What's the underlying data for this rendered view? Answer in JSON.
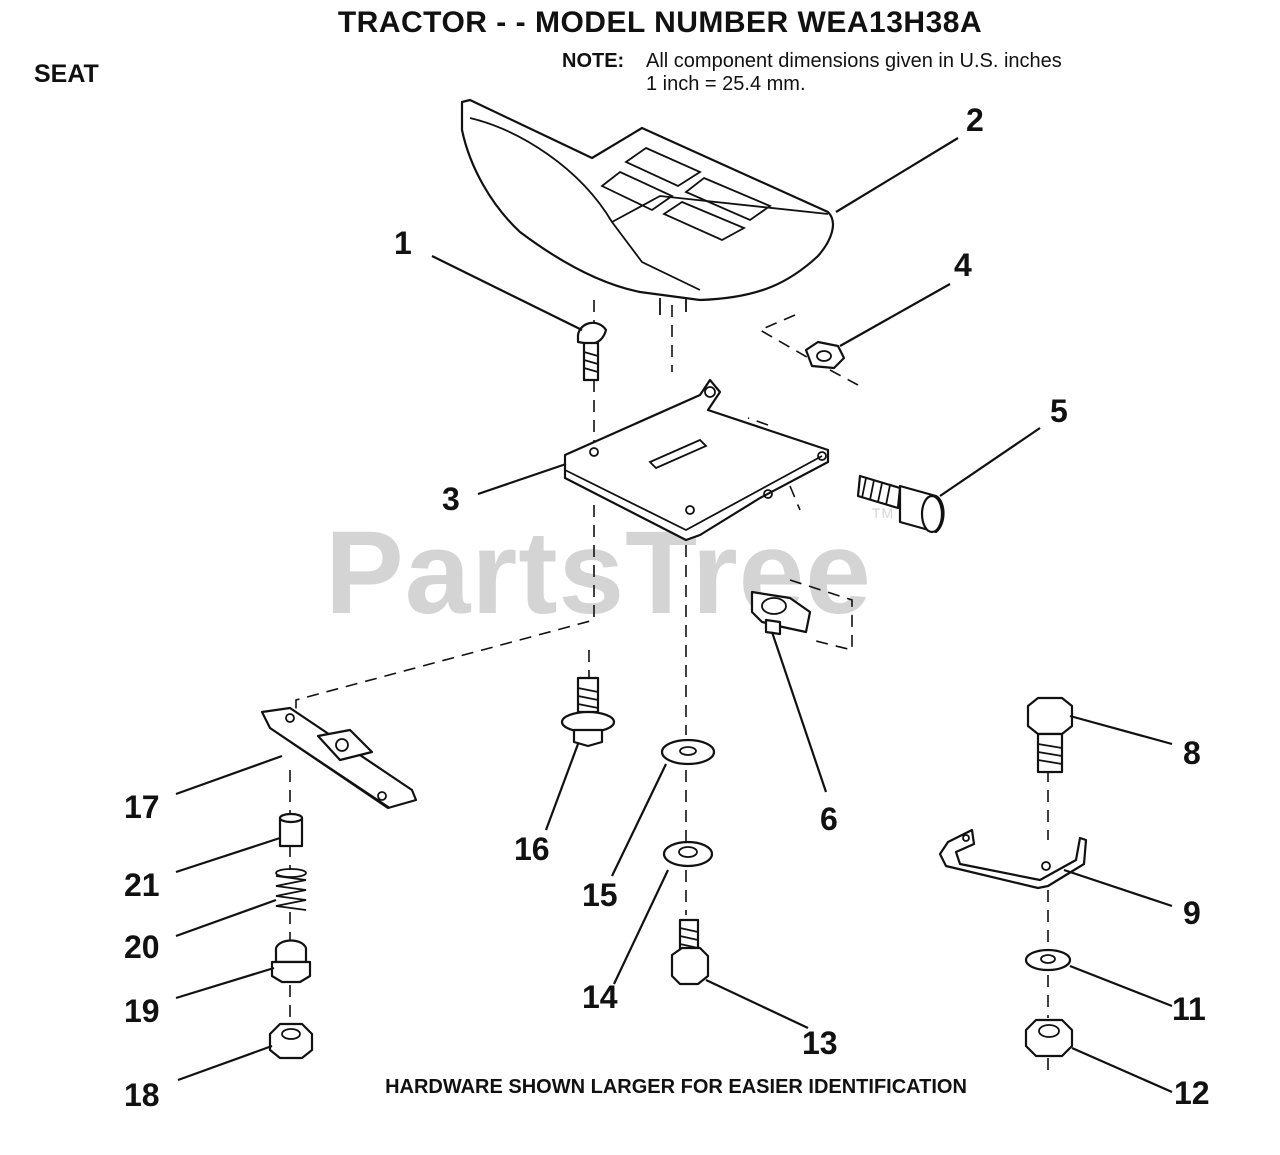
{
  "header": {
    "title": "TRACTOR - - MODEL NUMBER WEA13H38A",
    "section": "SEAT",
    "note_label": "NOTE:",
    "note_line1": "All component dimensions given in U.S. inches",
    "note_line2": "1 inch = 25.4 mm."
  },
  "footer": {
    "text": "HARDWARE SHOWN LARGER FOR EASIER IDENTIFICATION"
  },
  "watermark": {
    "text": "PartsTree",
    "mark": "TM"
  },
  "callouts": [
    "1",
    "2",
    "3",
    "4",
    "5",
    "6",
    "8",
    "9",
    "11",
    "12",
    "13",
    "14",
    "15",
    "16",
    "17",
    "18",
    "19",
    "20",
    "21"
  ]
}
